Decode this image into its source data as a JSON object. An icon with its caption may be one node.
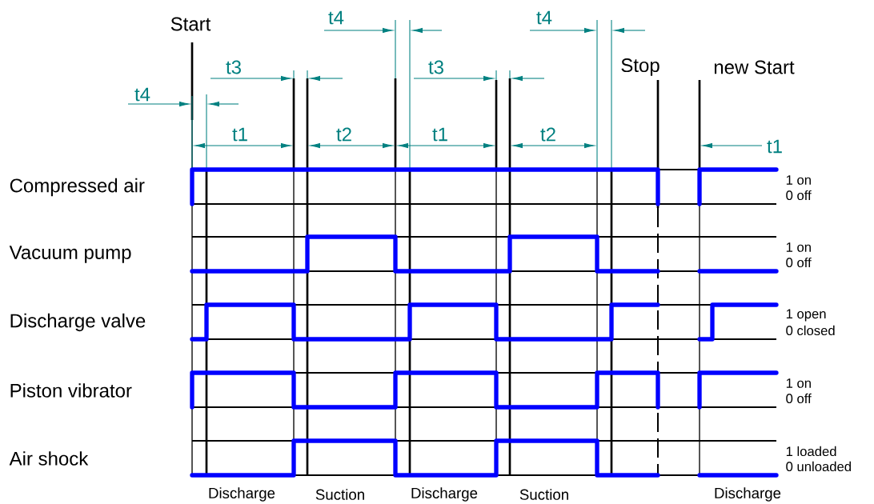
{
  "diagram": {
    "labels": [
      "t4",
      "t4",
      "Start",
      "t3",
      "t3",
      "Stop",
      "new Start",
      "t4",
      "t1",
      "t2",
      "t1",
      "t2",
      "t1",
      "Compressed air",
      "1 on",
      "0 off",
      "Vacuum pump",
      "1 on",
      "0 off",
      "Discharge valve",
      "1 open",
      "0 closed",
      "Piston vibrator",
      "1 on",
      "0 off",
      "Air shock",
      "1 loaded",
      "0 unloaded",
      "Discharge",
      "Suction",
      "Discharge",
      "Suction",
      "Discharge"
    ]
  }
}
